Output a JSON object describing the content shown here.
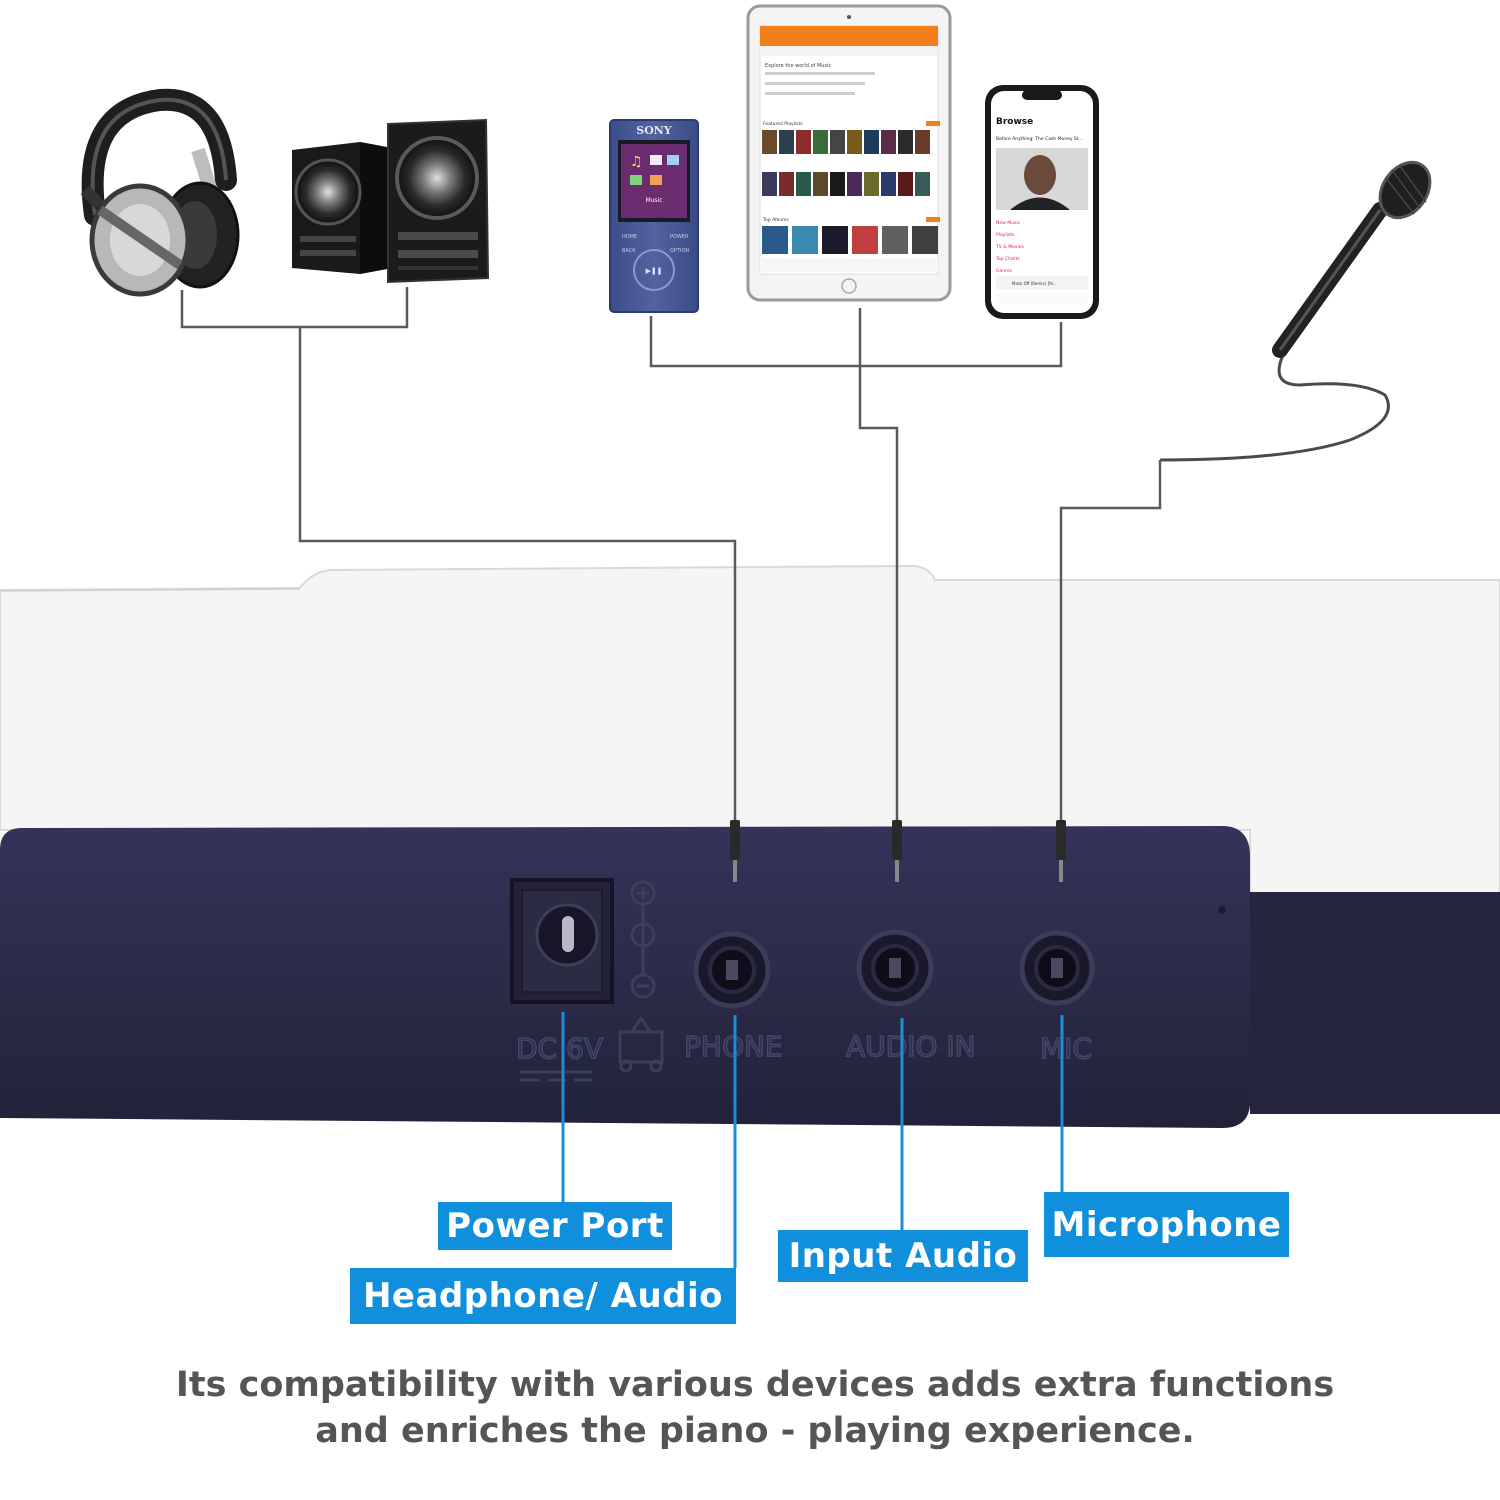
{
  "devices": {
    "walkman": {
      "brand": "SONY",
      "menu_label": "Music",
      "home": "HOME",
      "back": "BACK",
      "power": "POWER",
      "option": "OPTION"
    },
    "tablet": {
      "header": "Explore the world of Music",
      "section_1": "Featured Playlists",
      "section_2": "Top Albums"
    },
    "phone": {
      "heading": "Browse",
      "subheading": "Before Anything: The Cash Money St...",
      "menu": [
        "New Music",
        "Playlists",
        "TV & Movies",
        "Top Charts",
        "Genres"
      ],
      "now_playing": "Mask Off (Remix) [fe..."
    }
  },
  "panel": {
    "ports": [
      {
        "id": "dc",
        "label": "DC 6V"
      },
      {
        "id": "phone",
        "label": "PHONE"
      },
      {
        "id": "audio_in",
        "label": "AUDIO IN"
      },
      {
        "id": "mic",
        "label": "MIC"
      }
    ]
  },
  "callouts": {
    "power_port": "Power Port",
    "headphone_audio": "Headphone/ Audio",
    "input_audio": "Input Audio",
    "microphone": "Microphone"
  },
  "caption": {
    "line1": "Its compatibility with various devices adds extra functions",
    "line2": "and enriches the piano - playing experience."
  },
  "colors": {
    "callout_bg": "#0f8fdc",
    "leader_line": "#1a8fd8",
    "cable": "#5a5a5a",
    "panel": "#2f2e4e",
    "caption_text": "#555555"
  }
}
